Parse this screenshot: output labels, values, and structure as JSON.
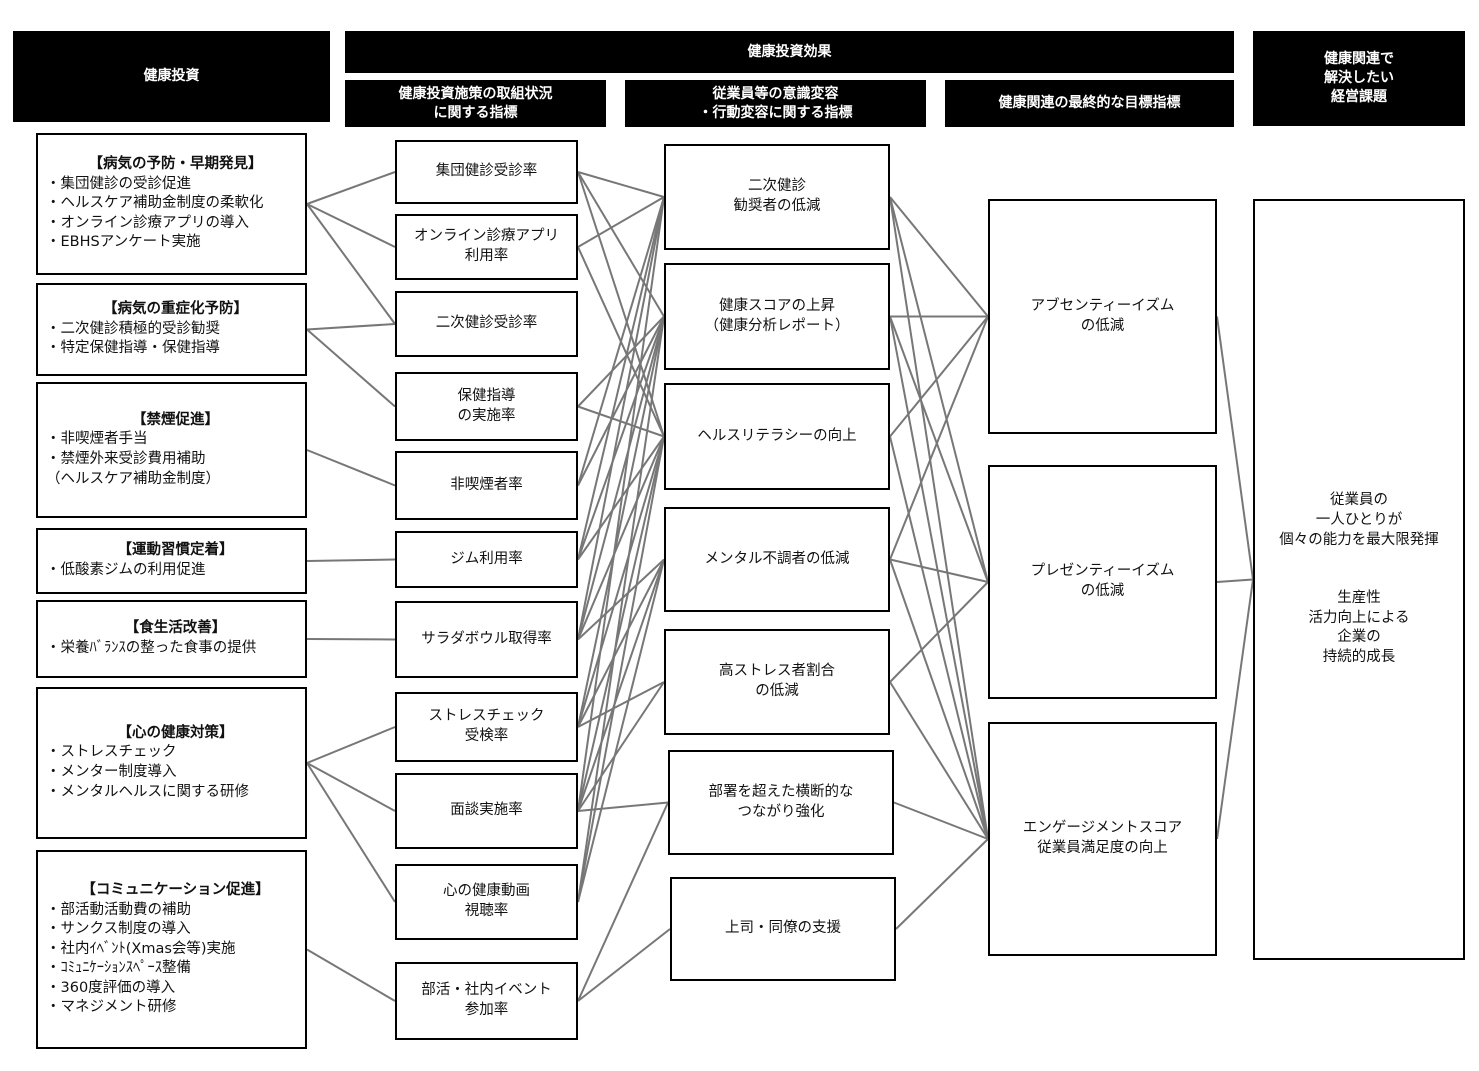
{
  "headers": {
    "investment": "健康投資",
    "effect": "健康投資効果",
    "measures": "健康投資施策の取組状況\nに関する指標",
    "awareness": "従業員等の意識変容\n・行動変容に関する指標",
    "final": "健康関連の最終的な目標指標",
    "management": "健康関連で\n解決したい\n経営課題"
  },
  "investments": [
    {
      "title": "【病気の予防・早期発見】",
      "items": [
        "・集団健診の受診促進",
        "・ヘルスケア補助金制度の柔軟化",
        "・オンライン診療アプリの導入",
        "・EBHSアンケート実施"
      ]
    },
    {
      "title": "【病気の重症化予防】",
      "items": [
        "・二次健診積極的受診勧奨",
        "・特定保健指導・保健指導"
      ]
    },
    {
      "title": "【禁煙促進】",
      "items": [
        "・非喫煙者手当",
        "・禁煙外来受診費用補助",
        "（ヘルスケア補助金制度）"
      ]
    },
    {
      "title": "【運動習慣定着】",
      "items": [
        "・低酸素ジムの利用促進"
      ]
    },
    {
      "title": "【食生活改善】",
      "items": [
        "・栄養ﾊﾞﾗﾝｽの整った食事の提供"
      ]
    },
    {
      "title": "【心の健康対策】",
      "items": [
        "・ストレスチェック",
        "・メンター制度導入",
        "・メンタルヘルスに関する研修"
      ]
    },
    {
      "title": "【コミュニケーション促進】",
      "items": [
        "・部活動活動費の補助",
        "・サンクス制度の導入",
        "・社内ｲﾍﾞﾝﾄ(Xmas会等)実施",
        "・ｺﾐｭﾆｹｰｼｮﾝｽﾍﾟｰｽ整備",
        "・360度評価の導入",
        "・マネジメント研修"
      ]
    }
  ],
  "measures": [
    "集団健診受診率",
    "オンライン診療アプリ\n利用率",
    "二次健診受診率",
    "保健指導\nの実施率",
    "非喫煙者率",
    "ジム利用率",
    "サラダボウル取得率",
    "ストレスチェック\n受検率",
    "面談実施率",
    "心の健康動画\n視聴率",
    "部活・社内イベント\n参加率"
  ],
  "awareness": [
    "二次健診\n勧奨者の低減",
    "健康スコアの上昇\n（健康分析レポート）",
    "ヘルスリテラシーの向上",
    "メンタル不調者の低減",
    "高ストレス者割合\nの低減",
    "部署を超えた横断的な\nつながり強化",
    "上司・同僚の支援"
  ],
  "final": [
    "アブセンティーイズム\nの低減",
    "プレゼンティーイズム\nの低減",
    "エンゲージメントスコア\n従業員満足度の向上"
  ],
  "management": "従業員の\n一人ひとりが\n個々の能力を最大限発揮\n\n\n生産性\n活力向上による\n企業の\n持続的成長",
  "links": {
    "investment_to_measure": [
      [
        0,
        0
      ],
      [
        0,
        1
      ],
      [
        0,
        2
      ],
      [
        1,
        2
      ],
      [
        1,
        3
      ],
      [
        2,
        4
      ],
      [
        3,
        5
      ],
      [
        4,
        6
      ],
      [
        5,
        7
      ],
      [
        5,
        8
      ],
      [
        5,
        9
      ],
      [
        6,
        10
      ]
    ],
    "measure_to_awareness": [
      [
        0,
        0
      ],
      [
        0,
        1
      ],
      [
        0,
        2
      ],
      [
        1,
        0
      ],
      [
        1,
        2
      ],
      [
        3,
        1
      ],
      [
        3,
        2
      ],
      [
        4,
        0
      ],
      [
        4,
        1
      ],
      [
        5,
        0
      ],
      [
        5,
        1
      ],
      [
        5,
        2
      ],
      [
        6,
        0
      ],
      [
        6,
        1
      ],
      [
        6,
        2
      ],
      [
        6,
        3
      ],
      [
        7,
        1
      ],
      [
        7,
        2
      ],
      [
        7,
        3
      ],
      [
        7,
        4
      ],
      [
        8,
        0
      ],
      [
        8,
        2
      ],
      [
        8,
        3
      ],
      [
        8,
        4
      ],
      [
        8,
        5
      ],
      [
        9,
        1
      ],
      [
        9,
        2
      ],
      [
        9,
        3
      ],
      [
        10,
        5
      ],
      [
        10,
        6
      ]
    ],
    "awareness_to_final": [
      [
        0,
        0
      ],
      [
        0,
        1
      ],
      [
        0,
        2
      ],
      [
        1,
        0
      ],
      [
        1,
        1
      ],
      [
        1,
        2
      ],
      [
        2,
        0
      ],
      [
        2,
        2
      ],
      [
        3,
        0
      ],
      [
        3,
        1
      ],
      [
        3,
        2
      ],
      [
        4,
        1
      ],
      [
        4,
        2
      ],
      [
        5,
        2
      ],
      [
        6,
        2
      ]
    ],
    "final_to_management": [
      [
        0,
        0
      ],
      [
        1,
        0
      ],
      [
        2,
        0
      ]
    ]
  },
  "colors": {
    "line": "#777777",
    "header": "#000000"
  }
}
